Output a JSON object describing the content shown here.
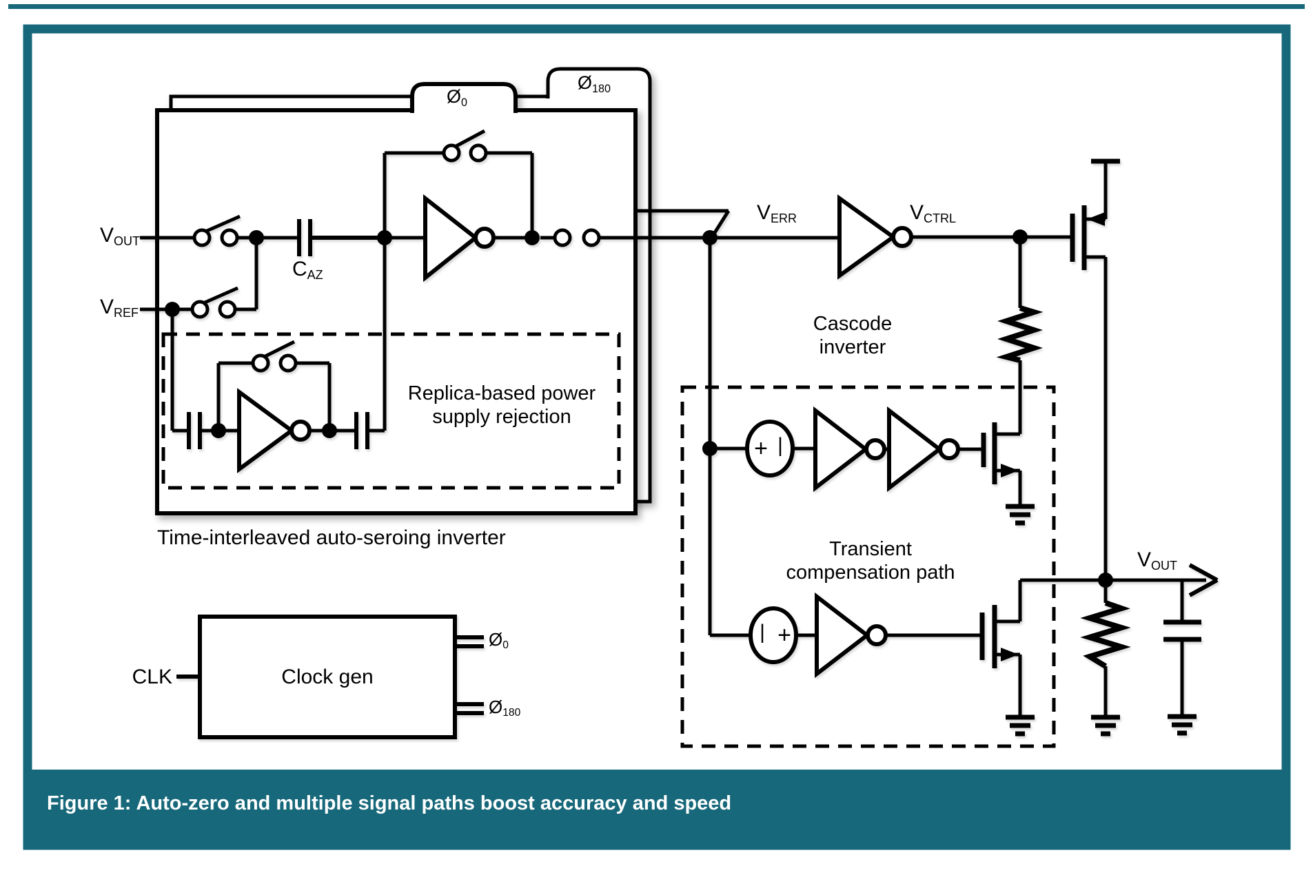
{
  "page": {
    "accent_color": "#17687a",
    "line_color": "#000000"
  },
  "caption": {
    "text": "Figure 1: Auto-zero and multiple signal paths boost accuracy and speed"
  },
  "labels": {
    "vout_in": {
      "base": "V",
      "sub": "OUT"
    },
    "vref": {
      "base": "V",
      "sub": "REF"
    },
    "caz": {
      "base": "C",
      "sub": "AZ"
    },
    "phi0_tab": {
      "base": "Ø",
      "sub": "0"
    },
    "phi180_tab": {
      "base": "Ø",
      "sub": "180"
    },
    "verr": {
      "base": "V",
      "sub": "ERR"
    },
    "vctrl": {
      "base": "V",
      "sub": "CTRL"
    },
    "vout_out": {
      "base": "V",
      "sub": "OUT"
    },
    "cascode": [
      "Cascode",
      "inverter"
    ],
    "replica": [
      "Replica-based power",
      "supply rejection"
    ],
    "transient": [
      "Transient",
      "compensation path"
    ],
    "time_interleaved": "Time-interleaved auto-seroing inverter",
    "clock_gen": "Clock gen",
    "clk": "CLK",
    "phi0_out": {
      "base": "Ø",
      "sub": "0"
    },
    "phi180_out": {
      "base": "Ø",
      "sub": "180"
    },
    "offset_top": {
      "left": "+",
      "right": "|"
    },
    "offset_bottom": {
      "left": "|",
      "right": "+"
    }
  }
}
